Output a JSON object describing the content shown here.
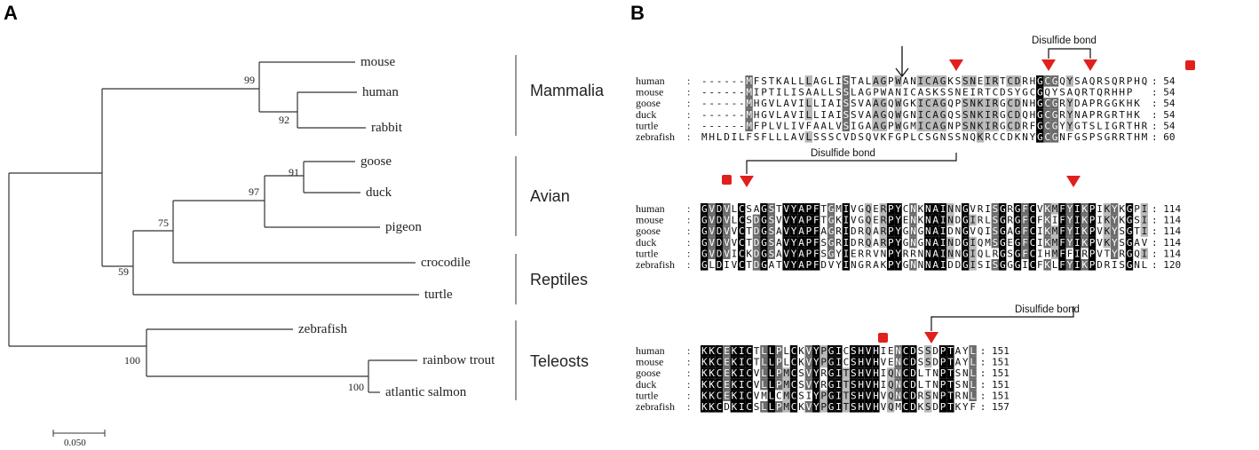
{
  "panels": {
    "a": {
      "letter": "A"
    },
    "b": {
      "letter": "B"
    }
  },
  "tree": {
    "taxa": [
      "mouse",
      "human",
      "rabbit",
      "goose",
      "duck",
      "pigeon",
      "crocodile",
      "turtle",
      "zebrafish",
      "rainbow trout",
      "atlantic salmon"
    ],
    "bootstrap": [
      "99",
      "92",
      "91",
      "97",
      "75",
      "59",
      "100",
      "100"
    ],
    "groups": [
      "Mammalia",
      "Avian",
      "Reptiles",
      "Teleosts"
    ],
    "scale_label": "0.050"
  },
  "alignment": {
    "annotation": "Disulfide bond",
    "blocks": [
      {
        "rows": [
          {
            "name": "human",
            "seq": "------MFSTKALLLAGLISTALAGPWANICAGKSSNEIRTCDRHGCGQYSAQRSQRPHQ",
            "end": "54"
          },
          {
            "name": "mouse",
            "seq": "------MIPTILISAALLSSLAGPWANICASKSSNEIRTCDSYGCGQYSAQRTQRHHP",
            "end": "54"
          },
          {
            "name": "goose",
            "seq": "------MHGVLAVILLIAISSVAAGQWGKICAGQPSNKIRGCDNHGCGRYDAPRGGKHK",
            "end": "54"
          },
          {
            "name": "duck",
            "seq": "------MHGVLAVILLIAISSVAAGQWGNICAGQSSNKIRGCDQHGCGRYNAPRGRTHK",
            "end": "54"
          },
          {
            "name": "turtle",
            "seq": "------MFPLVLIVFAALVSIGAAGPWGMICAGNPSNKIRGCDRFGCGYYGTSLIGRTHR",
            "end": "54"
          },
          {
            "name": "zebrafish",
            "seq": "MHLDILFSFLLLAVLSSSCVDSQVKFGPLCSGNSSNQKRCCDKNYGCGNFGSPSGRRTHM",
            "end": "60"
          }
        ]
      },
      {
        "rows": [
          {
            "name": "human",
            "seq": "GVDVLCSAGSTVYAPFTGMIVGQERPYCNKNAINNGVRISGRGFCVKMFYIKPIKYKGPI",
            "end": "114"
          },
          {
            "name": "mouse",
            "seq": "GVDVLCSDGSVVYAPFTGKIVGQERPYENKNAINDGIRLSGRGFCFKIFYIKPIKYKGSI",
            "end": "114"
          },
          {
            "name": "goose",
            "seq": "GVDVVCTDGSAVYAPFAGRIDRQARPYGNGNAIDNGVQISGAGFCIKMFYIKPVKYSGTI",
            "end": "114"
          },
          {
            "name": "duck",
            "seq": "GVDVVCTDGSAVYAPFSGRIDRQARPYGNGNAINDGIQMSGEGFCIKMFYIKPVKYSGAV",
            "end": "114"
          },
          {
            "name": "turtle",
            "seq": "GVDVICKDGSAVYAPFSGYIERRVNPYRRNNAINNGIQLRGSGFCIHMFFIRPVTYRGQI",
            "end": "114"
          },
          {
            "name": "zebrafish",
            "seq": "GLDIVCTDGATVYAPFDVYINGRAKPYGNNNAIDDGISISGGGICFKLFYIKPDRISGNL",
            "end": "120"
          }
        ]
      },
      {
        "rows": [
          {
            "name": "human",
            "seq": "KKCEKICTLLPLCKVYPGICSHVHIENCDSSDPTAYL",
            "end": "151"
          },
          {
            "name": "mouse",
            "seq": "KKCEKICTLLPLCKVYPGICSHVHVENCDSSDPTAYL",
            "end": "151"
          },
          {
            "name": "goose",
            "seq": "KKCEKICVLLPMCSVYRGITSHVHIQNCDLTNPTSNL",
            "end": "151"
          },
          {
            "name": "duck",
            "seq": "KKCEKICVLLPMCSVYRGITSHVHIQNCDLTNPTSNL",
            "end": "151"
          },
          {
            "name": "turtle",
            "seq": "KKCEKICVMLCMCSIYPGITSHVHVQNCDRSNPTRNL",
            "end": "151"
          },
          {
            "name": "zebrafish",
            "seq": "KKCDKICSLLPMCKVYPGITSHVHVQMCDKSDPTKYF",
            "end": "157"
          }
        ]
      }
    ]
  }
}
